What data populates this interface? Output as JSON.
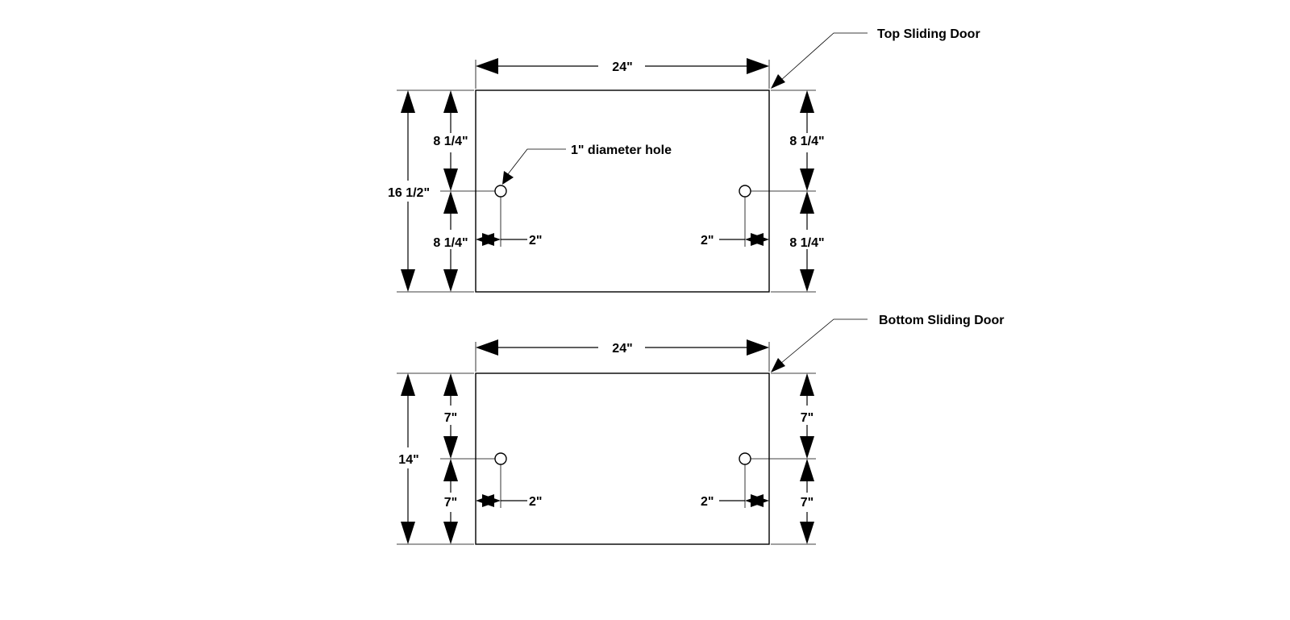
{
  "top_door": {
    "title": "Top Sliding Door",
    "width": "24\"",
    "height": "16 1/2\"",
    "left_upper": "8 1/4\"",
    "left_lower": "8 1/4\"",
    "right_upper": "8 1/4\"",
    "right_lower": "8 1/4\"",
    "left_hole_offset": "2\"",
    "right_hole_offset": "2\"",
    "hole_note": "1\" diameter hole"
  },
  "bottom_door": {
    "title": "Bottom Sliding Door",
    "width": "24\"",
    "height": "14\"",
    "left_upper": "7\"",
    "left_lower": "7\"",
    "right_upper": "7\"",
    "right_lower": "7\"",
    "left_hole_offset": "2\"",
    "right_hole_offset": "2\""
  }
}
